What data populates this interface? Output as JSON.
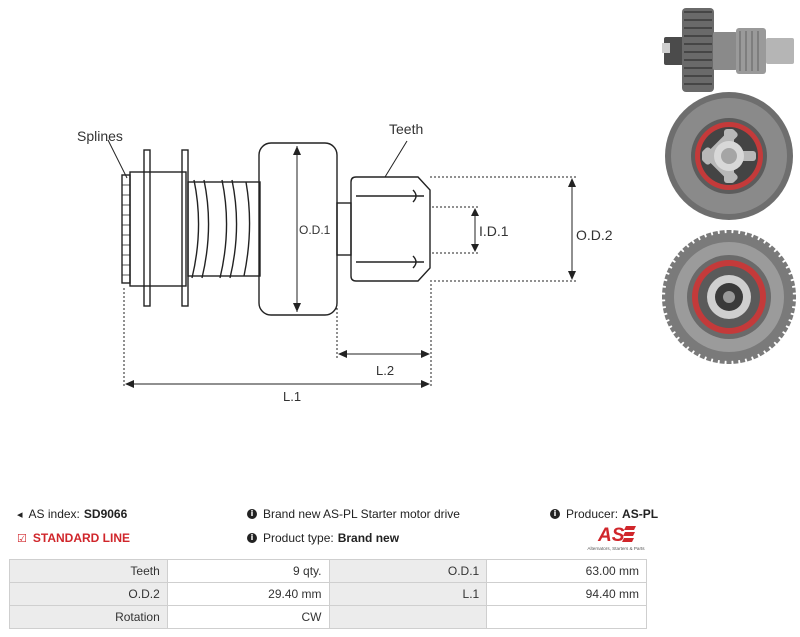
{
  "diagram": {
    "labels": {
      "splines": "Splines",
      "teeth": "Teeth",
      "od1": "O.D.1",
      "id1": "I.D.1",
      "od2": "O.D.2",
      "l1": "L.1",
      "l2": "L.2"
    }
  },
  "info": {
    "as_index_label": "AS index:",
    "as_index_value": "SD9066",
    "standard_line": "STANDARD LINE",
    "description": "Brand new AS-PL Starter motor drive",
    "product_type_label": "Product type:",
    "product_type_value": "Brand new",
    "producer_label": "Producer:",
    "producer_value": "AS-PL"
  },
  "logo": {
    "mark": "AS",
    "tagline": "Alternators, Starters & Parts"
  },
  "colors": {
    "accent": "#d0262b",
    "table_key_bg": "#ececec",
    "table_border": "#cfcfcf"
  },
  "specs": [
    {
      "k1": "Teeth",
      "v1": "9 qty.",
      "k2": "O.D.1",
      "v2": "63.00 mm"
    },
    {
      "k1": "O.D.2",
      "v1": "29.40 mm",
      "k2": "L.1",
      "v2": "94.40 mm"
    },
    {
      "k1": "Rotation",
      "v1": "CW",
      "k2": "",
      "v2": ""
    }
  ]
}
